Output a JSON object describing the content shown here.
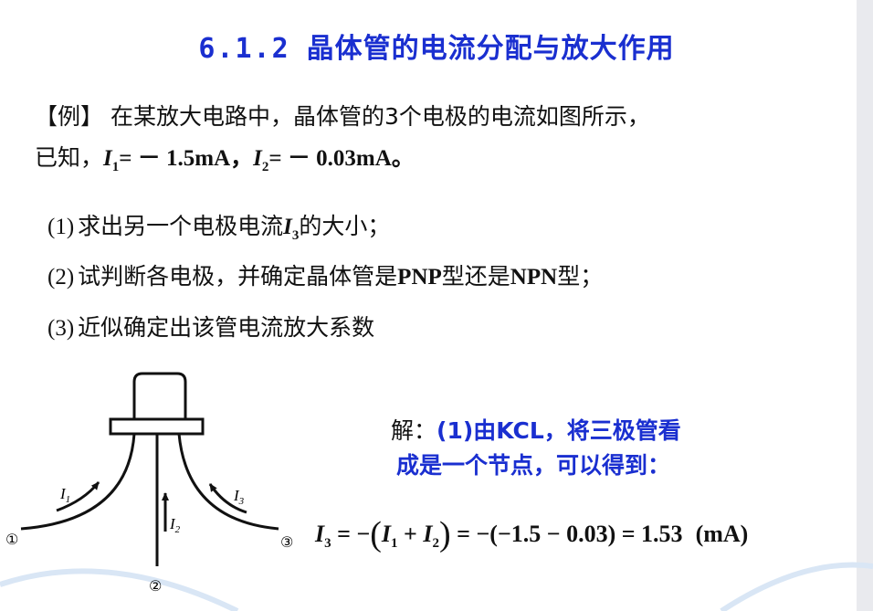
{
  "title": {
    "number": "6.1.2",
    "text": "晶体管的电流分配与放大作用"
  },
  "example": {
    "tag": "【例】",
    "line1": "在某放大电路中，晶体管的3个电极的电流如图所示，",
    "line2_prefix": "已知，",
    "i1_sym": "I",
    "i1_sub": "1",
    "i1_value": "= － 1.5mA，",
    "i2_sym": "I",
    "i2_sub": "2",
    "i2_value": "= － 0.03mA。"
  },
  "questions": {
    "q1_num": "(1)",
    "q1_text_a": "求出另一个电极电流",
    "q1_sym": "I",
    "q1_sub": "3",
    "q1_text_b": "的大小；",
    "q2_num": "(2)",
    "q2_text_a": "试判断各电极，并确定晶体管是",
    "q2_pnp": "PNP",
    "q2_text_b": "型还是",
    "q2_npn": "NPN",
    "q2_text_c": "型；",
    "q3_num": "(3)",
    "q3_text": "近似确定出该管电流放大系数"
  },
  "solution": {
    "label": "解：",
    "line1": "(1)由KCL，将三极管看",
    "line2": "成是一个节点，可以得到："
  },
  "formula": {
    "lhs_sym": "I",
    "lhs_sub": "3",
    "eq1": " = −",
    "open": "(",
    "a_sym": "I",
    "a_sub": "1",
    "plus": " + ",
    "b_sym": "I",
    "b_sub": "2",
    "close": ")",
    "eq2": " = −(−1.5 − 0.03) = 1.53",
    "unit": "(mA)"
  },
  "diagram": {
    "i1_sym": "I",
    "i1_sub": "1",
    "i2_sym": "I",
    "i2_sub": "2",
    "i3_sym": "I",
    "i3_sub": "3",
    "node1": "①",
    "node2": "②",
    "node3": "③"
  },
  "colors": {
    "title": "#1a2fd0",
    "solution": "#1a2fd0",
    "text": "#111111"
  }
}
